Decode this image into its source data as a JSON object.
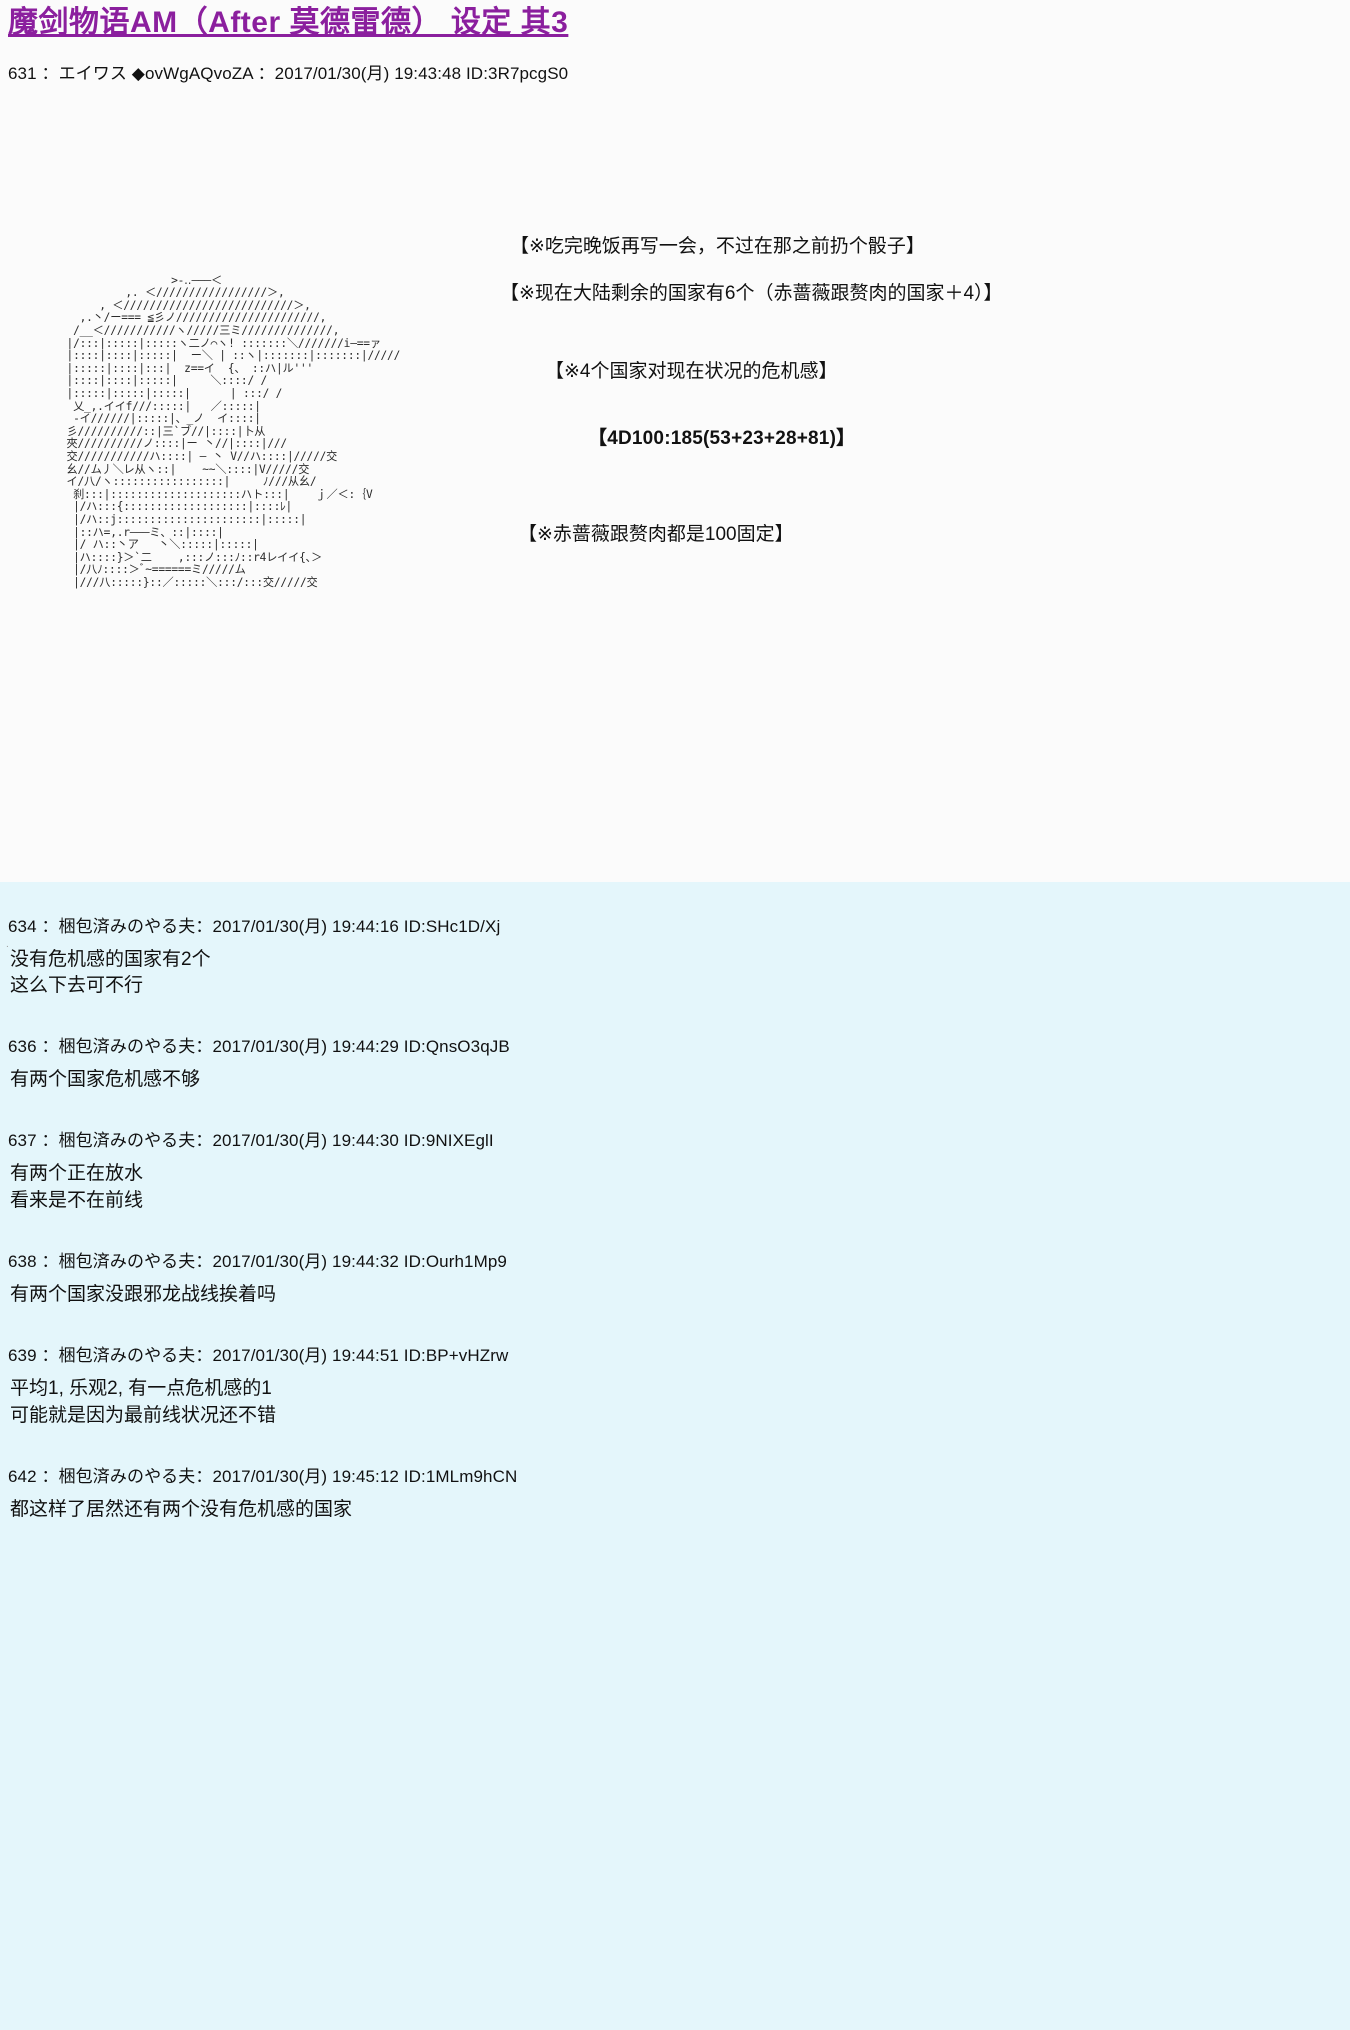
{
  "thread": {
    "title": "魔剑物语AM（After 莫德雷德） 设定 其3",
    "title_color": "#8b1f9e"
  },
  "main_post": {
    "number": "631",
    "separator": "：",
    "author": "エイワス",
    "diamond": "◆",
    "tripcode": "ovWgAQvoZA",
    "date_prefix": "：",
    "datetime": "2017/01/30(月) 19:43:48",
    "id_label": "ID:3R7pcgS0",
    "header_full": "631 ：エイワス ◆ovWgAQvoZA ：2017/01/30(月) 19:43:48 ID:3R7pcgS0",
    "notes": [
      "【※吃完晚饭再写一会，不过在那之前扔个骰子】",
      "【※现在大陆剩余的国家有6个（赤蔷薇跟赘肉的国家＋4）】",
      "【※4个国家对现在状况的危机感】",
      "【4D100:185(53+23+28+81)】",
      "【※赤蔷薇跟赘肉都是100固定】"
    ],
    "ascii_art": "                 >‐‥―――＜\n          ,. ＜/////////////////＞,\n      , ＜//////////////////////////＞,\n   ,.丶/ー=== ≦彡ノ//////////////////////,\n  /__＜///////////ヽ/////三ミ//////////////,\n |/:::|:::::|:::::ヽ二ノ⌒ヽ! :::::::＼///////i―==ァ\n |::::|::::|:::::|  ー＼ | ::ヽ|:::::::|:::::::|/////\n |:::::|::::|:::|  z==イ  {、 ::ハ|ル'''\n |::::|::::|:::::|     ＼::::/ /\n |:::::|:::::|:::::|      | :::/ /\n  乂_,.イイf///:::::|   ／:::::|\n  -イ//////|:::::|、_ノ  イ::::|\n 彡//////////::|三`ブ//|::::|卜从\n 夾//////////ノ::::|ー 丶//|::::|///\n 交///////////ハ::::| ― 丶 V//ハ::::|/////交\n 幺//ム丿＼レ从ヽ::|    ~~＼::::|V/////交\n イ/八/ヽ:::::::::::::::::|     ﾉ///从幺/\n  刹:::|::::::::::::::::::::ハト:::|    ｊ／＜:｛V\n  |/ハ:::{:::::::::::::::::::|::::ﾚ|\n  |/ハ::j::::::::::::::::::::::|:::::|\n  |::ハ=,.r―――ミ、::|::::|\n  |/ ハ::丶ア   丶＼:::::|:::::|\n  |ハ::::}＞`二    ,:::ノ:::ﾉ::r4レイイ{､＞\n  |/八ﾉ::::＞ﾞ~======ミ/////ム\n  |///八:::::}::／:::::＼:::/:::交/////交",
    "tiny_mark": "."
  },
  "replies": [
    {
      "number": "634",
      "name": "梱包済みのやる夫",
      "datetime": "2017/01/30(月) 19:44:16",
      "id_label": "ID:SHc1D/Xj",
      "header_full": "634 ：梱包済みのやる夫：2017/01/30(月) 19:44:16 ID:SHc1D/Xj",
      "body": "没有危机感的国家有2个\n这么下去可不行"
    },
    {
      "number": "636",
      "name": "梱包済みのやる夫",
      "datetime": "2017/01/30(月) 19:44:29",
      "id_label": "ID:QnsO3qJB",
      "header_full": "636 ：梱包済みのやる夫：2017/01/30(月) 19:44:29 ID:QnsO3qJB",
      "body": "有两个国家危机感不够"
    },
    {
      "number": "637",
      "name": "梱包済みのやる夫",
      "datetime": "2017/01/30(月) 19:44:30",
      "id_label": "ID:9NIXEglI",
      "header_full": "637 ：梱包済みのやる夫：2017/01/30(月) 19:44:30 ID:9NIXEglI",
      "body": "有两个正在放水\n看来是不在前线"
    },
    {
      "number": "638",
      "name": "梱包済みのやる夫",
      "datetime": "2017/01/30(月) 19:44:32",
      "id_label": "ID:Ourh1Mp9",
      "header_full": "638 ：梱包済みのやる夫：2017/01/30(月) 19:44:32 ID:Ourh1Mp9",
      "body": "有两个国家没跟邪龙战线挨着吗"
    },
    {
      "number": "639",
      "name": "梱包済みのやる夫",
      "datetime": "2017/01/30(月) 19:44:51",
      "id_label": "ID:BP+vHZrw",
      "header_full": "639 ：梱包済みのやる夫：2017/01/30(月) 19:44:51 ID:BP+vHZrw",
      "body": "平均1, 乐观2, 有一点危机感的1\n可能就是因为最前线状况还不错"
    },
    {
      "number": "642",
      "name": "梱包済みのやる夫",
      "datetime": "2017/01/30(月) 19:45:12",
      "id_label": "ID:1MLm9hCN",
      "header_full": "642 ：梱包済みのやる夫：2017/01/30(月) 19:45:12 ID:1MLm9hCN",
      "body": "都这样了居然还有两个没有危机感的国家"
    }
  ]
}
